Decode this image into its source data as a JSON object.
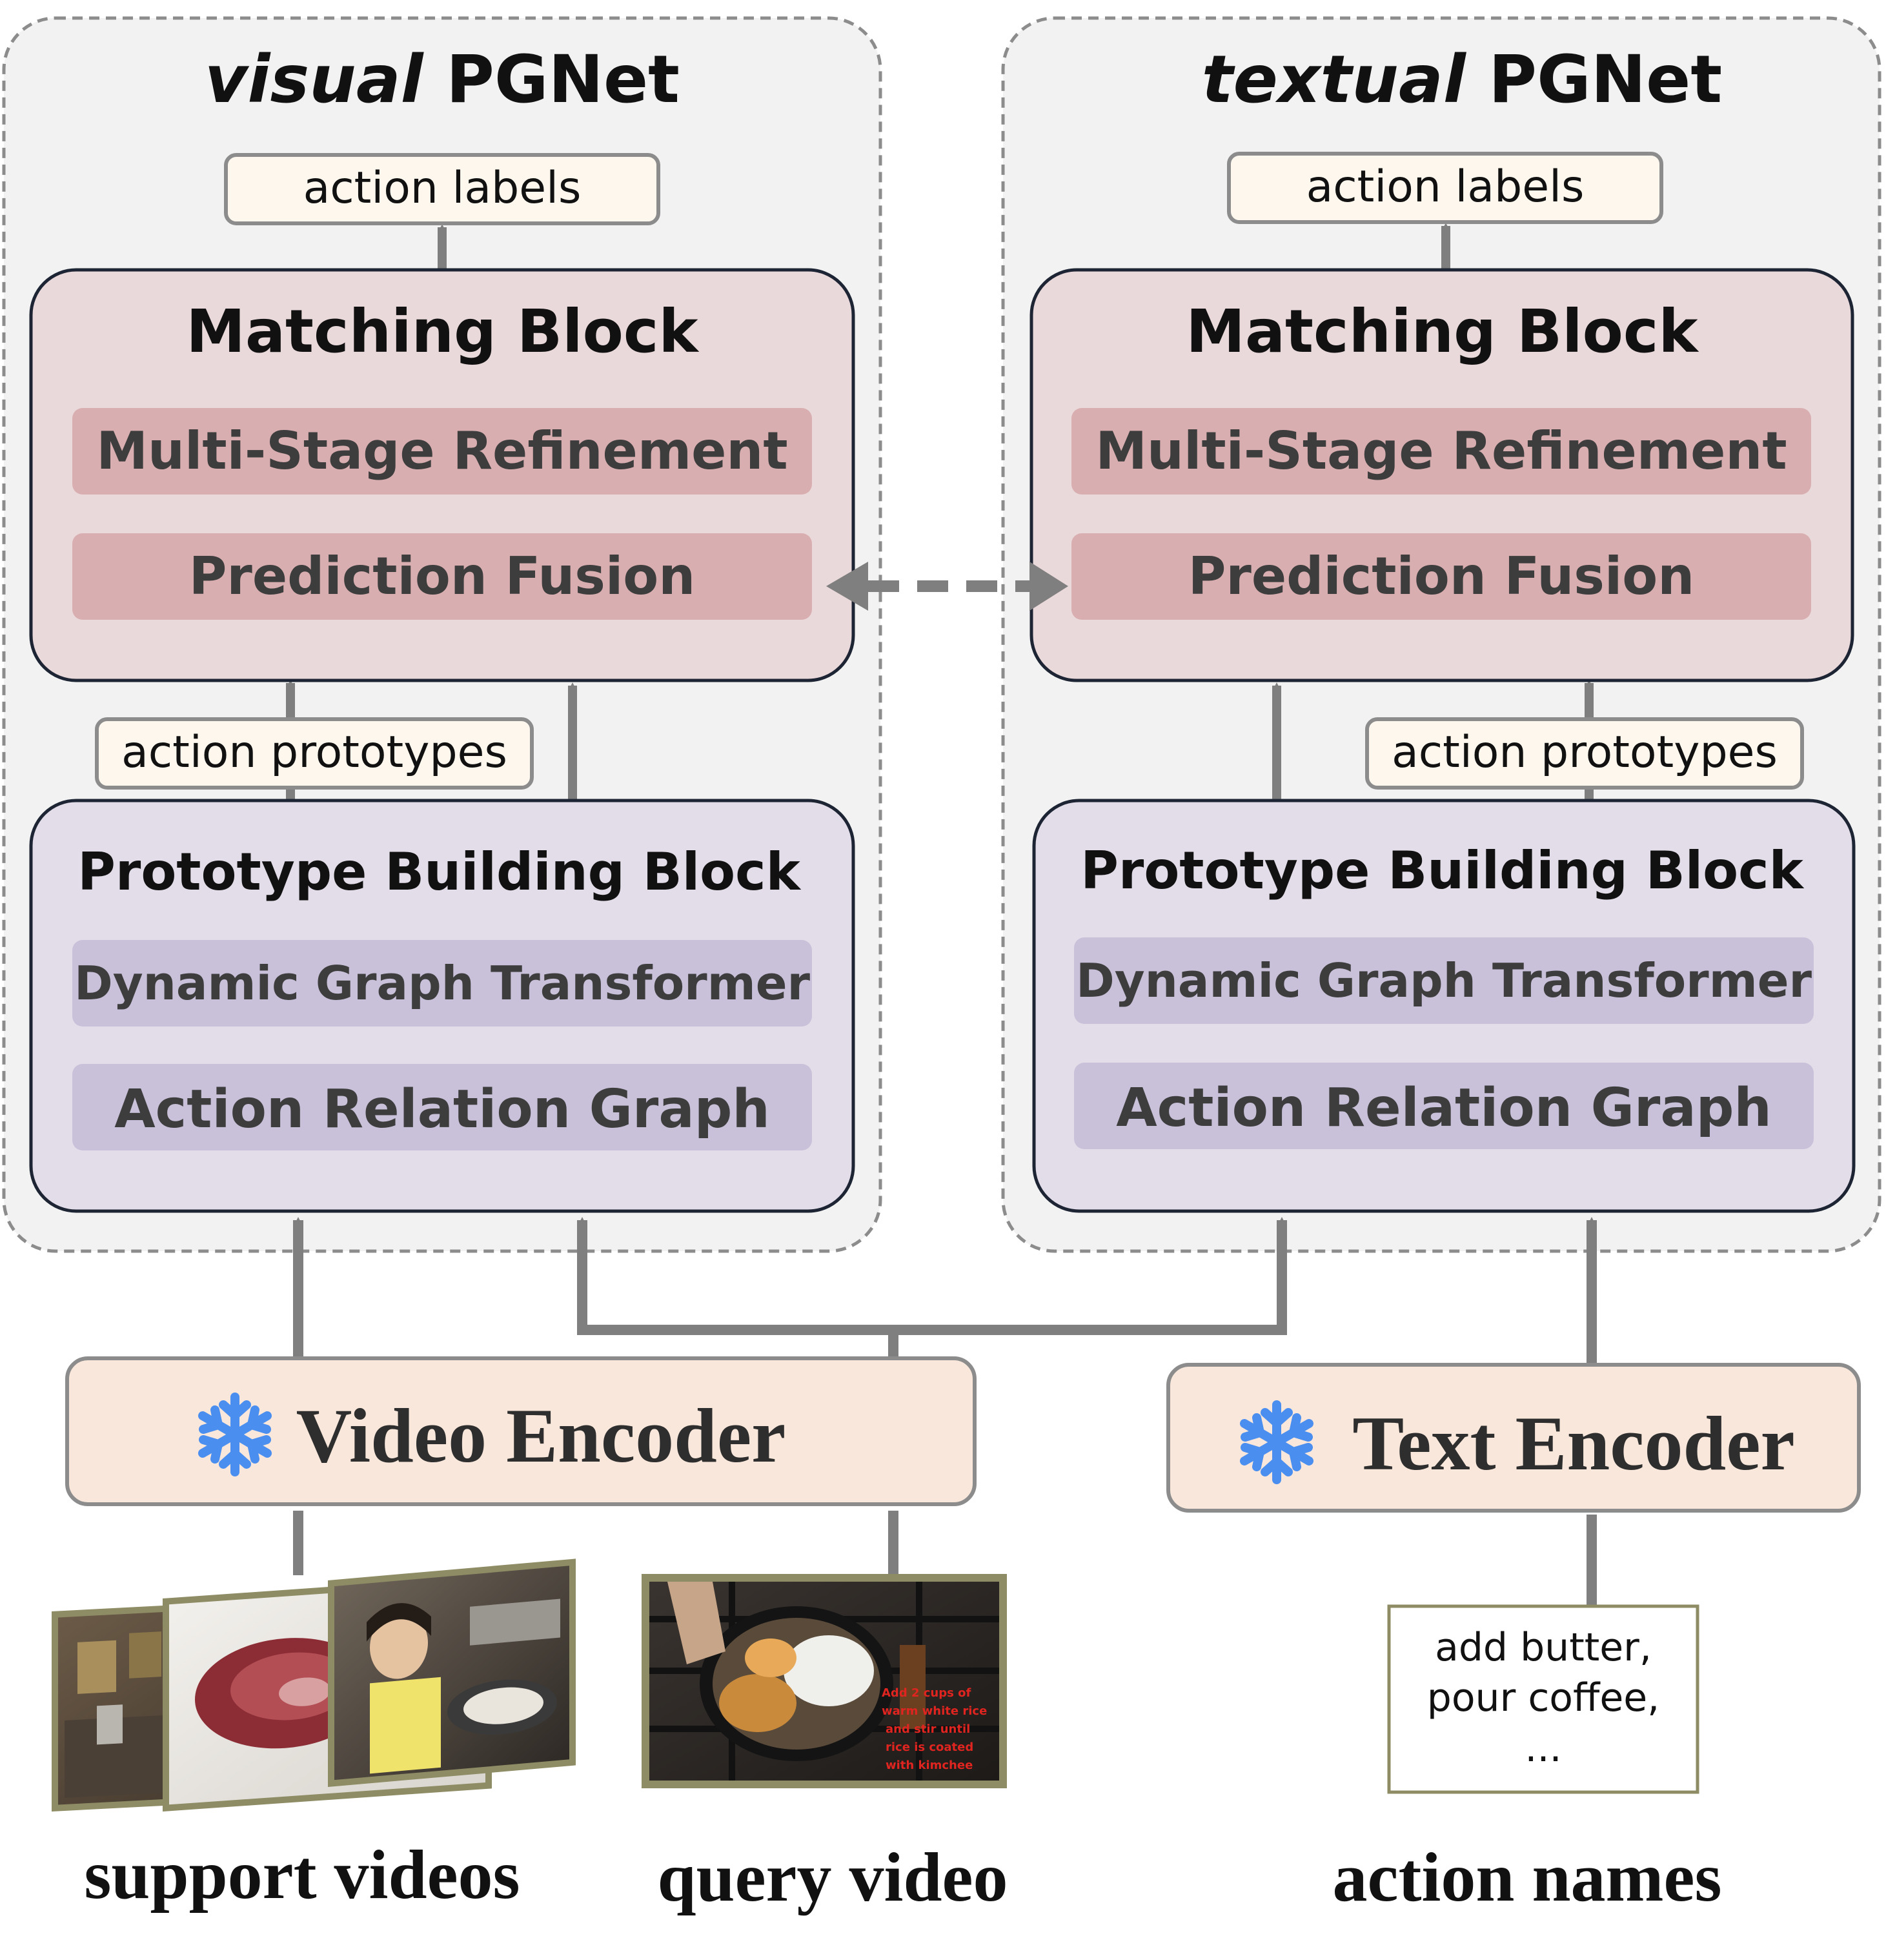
{
  "visual": {
    "title_italic": "visual",
    "title_rest": " PGNet",
    "action_labels": "action labels",
    "matching_title": "Matching Block",
    "multi_stage": "Multi-Stage Refinement",
    "prediction_fusion": "Prediction Fusion",
    "action_prototypes": "action prototypes",
    "prototype_title": "Prototype Building Block",
    "dynamic_graph": "Dynamic Graph Transformer",
    "action_relation": "Action Relation Graph"
  },
  "textual": {
    "title_italic": "textual",
    "title_rest": " PGNet",
    "action_labels": "action labels",
    "matching_title": "Matching Block",
    "multi_stage": "Multi-Stage Refinement",
    "prediction_fusion": "Prediction Fusion",
    "action_prototypes": "action prototypes",
    "prototype_title": "Prototype Building Block",
    "dynamic_graph": "Dynamic Graph Transformer",
    "action_relation": "Action Relation Graph"
  },
  "encoders": {
    "video": "Video Encoder",
    "text": "Text Encoder",
    "icon": "snowflake-icon"
  },
  "inputs": {
    "support_label": "support videos",
    "query_label": "query video",
    "action_names_label": "action names",
    "action_names_lines": [
      "add butter,",
      "pour coffee,",
      "..."
    ],
    "query_overlay_lines": [
      "Add 2 cups of",
      "warm white rice",
      "and stir until",
      "rice is coated",
      "with kimchee"
    ]
  },
  "colors": {
    "panel_bg": "#f2f2f2",
    "panel_border": "#8c8c8c",
    "matching_bg": "#ead9da",
    "matching_inner": "#d9aeb0",
    "prototype_bg": "#e3dde9",
    "prototype_inner": "#c9c0d9",
    "label_bg": "#fdf7ee",
    "encoder_bg": "#f8e7da",
    "arrow": "#7f7f7f",
    "snowflake": "#4a8ef0"
  }
}
